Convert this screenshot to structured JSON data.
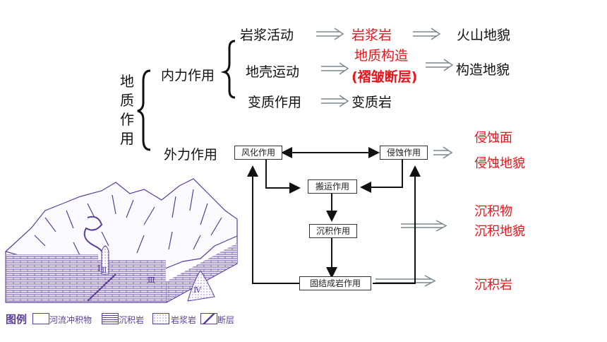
{
  "root": {
    "label_chars": [
      "地",
      "质",
      "作",
      "用"
    ]
  },
  "internal": {
    "label": "内力作用",
    "rows": [
      {
        "process": "岩浆活动",
        "result": "岩浆岩",
        "landform": "火山地貌"
      },
      {
        "process": "地壳运动",
        "result": "地质构造",
        "result_sub": "(褶皱断层)",
        "landform": "构造地貌"
      },
      {
        "process": "变质作用",
        "result": "变质岩"
      }
    ]
  },
  "external": {
    "label": "外力作用",
    "boxes": {
      "weathering": "风化作用",
      "erosion": "侵蚀作用",
      "transport": "搬运作用",
      "deposition": "沉积作用",
      "lithification": "固结成岩作用"
    },
    "outputs": {
      "erosion_surface": "侵蚀面",
      "erosion_landform": "侵蚀地貌",
      "sediment": "沉积物",
      "deposition_landform": "沉积地貌",
      "sedimentary_rock": "沉积岩"
    }
  },
  "figure": {
    "roman_labels": [
      "Ⅰ",
      "Ⅱ",
      "Ⅲ",
      "Ⅳ"
    ],
    "legend": {
      "title": "图例",
      "items": [
        "河流冲积物",
        "沉积岩",
        "岩浆岩",
        "断层"
      ]
    }
  },
  "colors": {
    "red": "#e8151b",
    "purple": "#5b3d9a",
    "gray_arrow": "#6f7f8a"
  }
}
